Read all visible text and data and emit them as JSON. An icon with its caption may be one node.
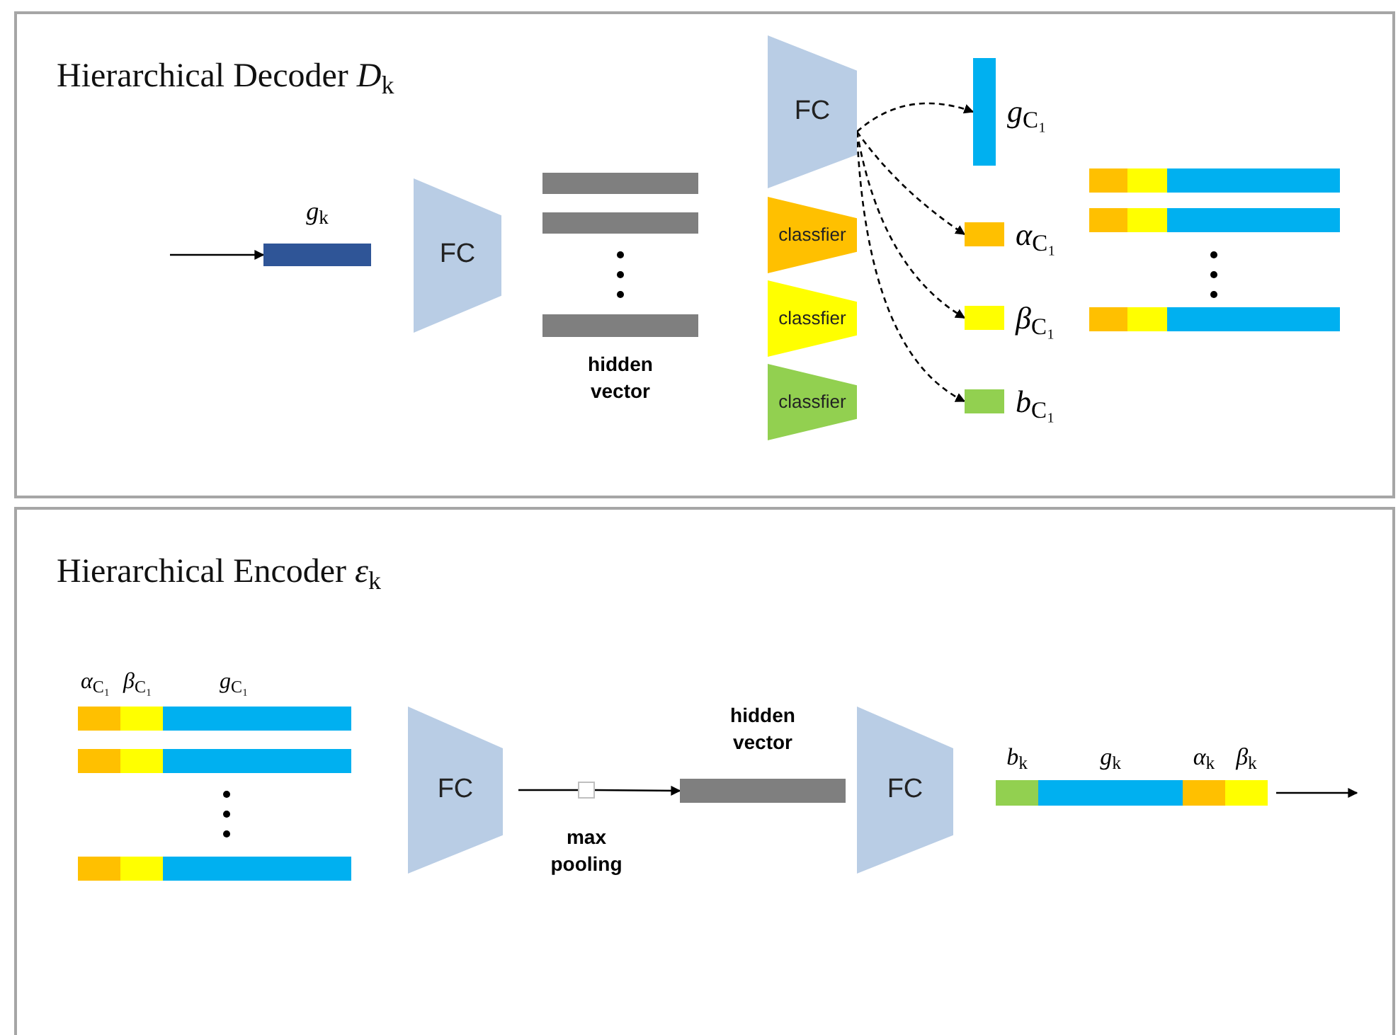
{
  "diagram": {
    "nodes": [
      {
        "text": [
          "Hierarchical Decoder *D*$_{k}$"
        ]
      },
      {
        "text": [
          "*g*$_{k}$"
        ],
        "in": 0
      },
      {
        "text": [
          "FC"
        ],
        "in": 0
      },
      {
        "text": [
          "hidden vector"
        ],
        "in": 0
      },
      {
        "text": [
          "FC"
        ],
        "in": 0
      },
      {
        "text": [
          "classfier"
        ],
        "in": 0
      },
      {
        "text": [
          "classfier"
        ],
        "in": 0
      },
      {
        "text": [
          "classfier"
        ],
        "in": 0
      },
      {
        "text": [
          "*g*$_{C₁}$"
        ],
        "in": 0
      },
      {
        "text": [
          "*α*$_{C₁}$"
        ],
        "in": 0
      },
      {
        "text": [
          "*β*$_{C₁}$"
        ],
        "in": 0
      },
      {
        "text": [
          "*b*$_{C₁}$"
        ],
        "in": 0
      },
      {
        "text": [
          "Hierarchical Encoder *ε*$_{k}$"
        ]
      },
      {
        "text": [
          "*α*$_{C₁}$",
          "*β*$_{C₁}$",
          "*g*$_{C₁}$"
        ],
        "in": 12
      },
      {
        "text": [
          "FC"
        ],
        "in": 12
      },
      {
        "text": [],
        "shape": "box",
        "beside": [
          "max pooling"
        ],
        "in": 12
      },
      {
        "text": [
          "hidden vector"
        ],
        "in": 12
      },
      {
        "text": [
          "FC"
        ],
        "in": 12
      },
      {
        "text": [
          "*b*$_{k}$",
          "*g*$_{k}$",
          "*α*$_{k}$",
          "*β*$_{k}$"
        ],
        "in": 12
      }
    ],
    "edges": [
      {
        "from": null,
        "to": 1,
        "arrow": "to"
      },
      {
        "from": 4,
        "to": 8,
        "arrow": "to",
        "style": "dashed"
      },
      {
        "from": 4,
        "to": 9,
        "arrow": "to",
        "style": "dashed"
      },
      {
        "from": 4,
        "to": 10,
        "arrow": "to",
        "style": "dashed"
      },
      {
        "from": 4,
        "to": 11,
        "arrow": "to",
        "style": "dashed"
      },
      {
        "from": 14,
        "to": 15,
        "arrow": "none"
      },
      {
        "from": 15,
        "to": 16,
        "arrow": "to"
      },
      {
        "from": 18,
        "to": null,
        "arrow": "to"
      }
    ]
  }
}
